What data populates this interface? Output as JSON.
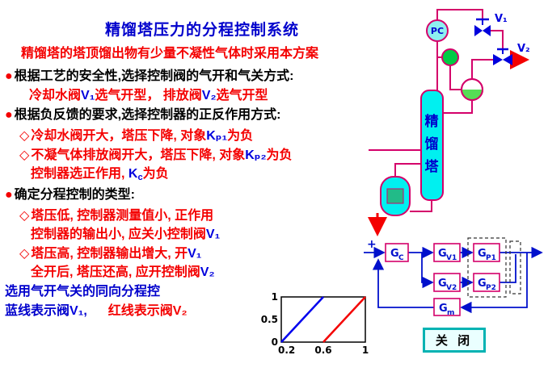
{
  "colors": {
    "title_blue": "#0000cc",
    "body_black": "#000000",
    "text_red": "#f40000",
    "accent_blue": "#0000dd",
    "diagram_magenta": "#d4006a",
    "column_cyan": "#00f0f0",
    "condenser_green": "#00cc44",
    "drum_liquid_green": "#55dd55",
    "reboiler_teal": "#22bb88",
    "block_line_blue": "#0010cc",
    "close_border_teal": "#00b3b3"
  },
  "header": {
    "title": "精馏塔压力的分程控制系统",
    "subtitle": "精馏塔的塔顶馏出物有少量不凝性气体时采用本方案"
  },
  "content": {
    "line1": {
      "marker": "●",
      "text": "根据工艺的安全性,选择控制阀的气开和气关方式:"
    },
    "line2": {
      "seg0": "冷却水阀",
      "v1": "V₁",
      "seg1": "选气开型， 排放阀",
      "v2": "V₂",
      "seg2": "选气开型"
    },
    "line3": {
      "marker": "●",
      "text": "根据负反馈的要求,选择控制器的正反作用方式:"
    },
    "line4": {
      "marker": "◇",
      "seg0": "冷却水阀开大，塔压下降, 对象",
      "k": "Kₚ₁",
      "seg1": "为负"
    },
    "line5": {
      "marker": "◇",
      "seg0": "不凝气体排放阀开大，塔压下降, 对象",
      "k": "Kₚ₂",
      "seg1": "为负"
    },
    "line6": {
      "seg0": "控制器选正作用,  ",
      "k": "K",
      "ksub": "c",
      "seg1": "为负"
    },
    "line7": {
      "marker": "●",
      "text": "确定分程控制的类型:"
    },
    "line8": {
      "marker": "◇",
      "text": "塔压低, 控制器测量值小, 正作用"
    },
    "line9": {
      "seg0": "控制器的输出小, 应关小控制阀",
      "v": "V₁"
    },
    "line10": {
      "marker": "◇",
      "seg0": "塔压高, 控制器输出增大, 开",
      "v": "V₁"
    },
    "line11": {
      "seg0": "全开后, 塔压还高, 应开控制阀",
      "v": "V₂"
    },
    "line12": {
      "text": "选用气开气关的同向分程控"
    },
    "line13": {
      "blue0": "蓝线表示阀",
      "bluev": "V₁",
      "blue1": ",",
      "red0": "红线表示阀",
      "redv": "V₂"
    }
  },
  "diagram": {
    "controller_label": "PC",
    "valve1_label": "V₁",
    "valve2_label": "V₂",
    "column_chars": [
      "精",
      "馏",
      "塔"
    ],
    "close_button": "关 闭"
  },
  "block_diagram": {
    "plus_sign": "+",
    "blocks": [
      {
        "main": "G",
        "sub": "C"
      },
      {
        "main": "G",
        "sub": "V1"
      },
      {
        "main": "G",
        "sub": "V2"
      },
      {
        "main": "G",
        "sub": "P1"
      },
      {
        "main": "G",
        "sub": "P2"
      },
      {
        "main": "G",
        "sub": "m"
      }
    ]
  },
  "chart_data": {
    "type": "line",
    "title": "",
    "xlabel": "",
    "ylabel": "",
    "xlim": [
      0.2,
      1
    ],
    "ylim": [
      0,
      1
    ],
    "x_ticks": [
      "0.2",
      "0.6",
      "1"
    ],
    "x_tick_values": [
      0.2,
      0.6,
      1
    ],
    "y_ticks": [
      "0",
      "0.5",
      "1"
    ],
    "y_tick_values": [
      0,
      0.5,
      1
    ],
    "grid": false,
    "legend": "none",
    "series": [
      {
        "name": "valve-V1",
        "label": "蓝线 阀V₁",
        "color": "#0000ee",
        "x": [
          0.2,
          0.6
        ],
        "y": [
          0,
          1
        ]
      },
      {
        "name": "valve-V2",
        "label": "红线 阀V₂",
        "color": "#f40000",
        "x": [
          0.6,
          1.0
        ],
        "y": [
          0,
          1
        ]
      }
    ]
  }
}
